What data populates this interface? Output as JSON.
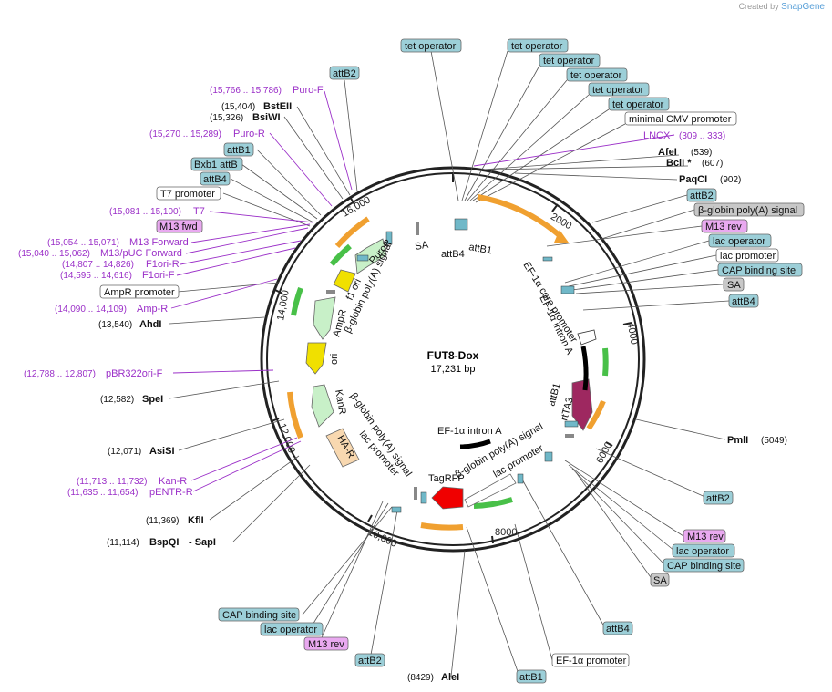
{
  "watermark": {
    "prefix": "Created by",
    "brand": "SnapGene"
  },
  "plasmid": {
    "name": "FUT8-Dox",
    "length": "17,231 bp"
  },
  "ticks": [
    "2000",
    "4000",
    "6000",
    "8000",
    "10,000",
    "12,000",
    "14,000",
    "16,000"
  ],
  "feature_labels": {
    "tet_operator": "tet operator",
    "minimal_cmv": "minimal CMV promoter",
    "lncx": "LNCX",
    "lncx_range": "(309 .. 333)",
    "afei": "AfeI",
    "afei_pos": "(539)",
    "bcli": "BclI *",
    "bcli_pos": "(607)",
    "paqci": "PaqCI",
    "paqci_pos": "(902)",
    "attb2": "attB2",
    "bglobin_polya": "β-globin poly(A) signal",
    "m13_rev": "M13 rev",
    "lac_operator": "lac operator",
    "lac_promoter": "lac promoter",
    "cap_site": "CAP binding site",
    "sa": "SA",
    "attb4": "attB4",
    "pmli": "PmlI",
    "pmli_pos": "(5049)",
    "ef1a_promoter": "EF-1α promoter",
    "attb1": "attB1",
    "alei": "AleI",
    "alei_pos": "(8429)",
    "m13_fwd": "M13 fwd",
    "t7_promoter": "T7 promoter",
    "ampr_promoter": "AmpR promoter",
    "bxb1": "Bxb1 attB",
    "puro_f": "Puro-F",
    "puro_f_range": "(15,766 .. 15,786)",
    "bsteii": "BstEII",
    "bsteii_pos": "(15,404)",
    "bswi": "BsiWI",
    "bswi_pos": "(15,326)",
    "puro_r": "Puro-R",
    "puro_r_range": "(15,270 .. 15,289)",
    "t7": "T7",
    "t7_range": "(15,081 .. 15,100)",
    "m13_forward": "M13 Forward",
    "m13_forward_range": "(15,054 .. 15,071)",
    "m13_puc": "M13/pUC Forward",
    "m13_puc_range": "(15,040 .. 15,062)",
    "f1ori_r": "F1ori-R",
    "f1ori_r_range": "(14,807 .. 14,826)",
    "f1ori_f": "F1ori-F",
    "f1ori_f_range": "(14,595 .. 14,616)",
    "amp_r": "Amp-R",
    "amp_r_range": "(14,090 .. 14,109)",
    "ahdi": "AhdI",
    "ahdi_pos": "(13,540)",
    "pbr": "pBR322ori-F",
    "pbr_range": "(12,788 .. 12,807)",
    "spei": "SpeI",
    "spei_pos": "(12,582)",
    "asisi": "AsiSI",
    "asisi_pos": "(12,071)",
    "kan_r": "Kan-R",
    "kan_r_range": "(11,713 .. 11,732)",
    "pentr_r": "pENTR-R",
    "pentr_r_range": "(11,635 .. 11,654)",
    "kfli": "KflI",
    "kfli_pos": "(11,369)",
    "bspqi": "BspQI",
    "bspqi_pos": "(11,114)",
    "sapi": "- SapI"
  },
  "inner_labels": {
    "attb4": "attB4",
    "attb1": "attB1",
    "sa": "SA",
    "puror": "PuroR",
    "f1ori": "f1 ori",
    "bglobin": "β-globin poly(A) signal",
    "ampr": "AmpR",
    "ori": "ori",
    "kanr": "KanR",
    "har": "HA-R",
    "bglobin2": "β-globin poly(A) signal",
    "lacprom": "lac promoter",
    "ef1a_core": "EF-1α core promoter",
    "ef1a_intron": "EF-1α intron A",
    "ef1a_intron2": "EF-1α intron A",
    "attb1b": "attB1",
    "rtta3": "rtTA3",
    "bglobin3": "β-globin poly(A) signal",
    "lacprom2": "lac promoter",
    "tagrfp": "TagRFP"
  },
  "colors": {
    "teal_box": "#9ccfd8",
    "purple_box": "#e9a9f0",
    "gray_box": "#c8c8c8",
    "white_box": "#ffffff",
    "primer_text": "#9b30c8",
    "orange_arrow": "#f0a030",
    "green_arrow": "#48c048",
    "light_green": "#c8f0c8",
    "yellow": "#f0e000",
    "red": "#f00000",
    "maroon": "#9e2860",
    "peach": "#f8d8b0"
  }
}
